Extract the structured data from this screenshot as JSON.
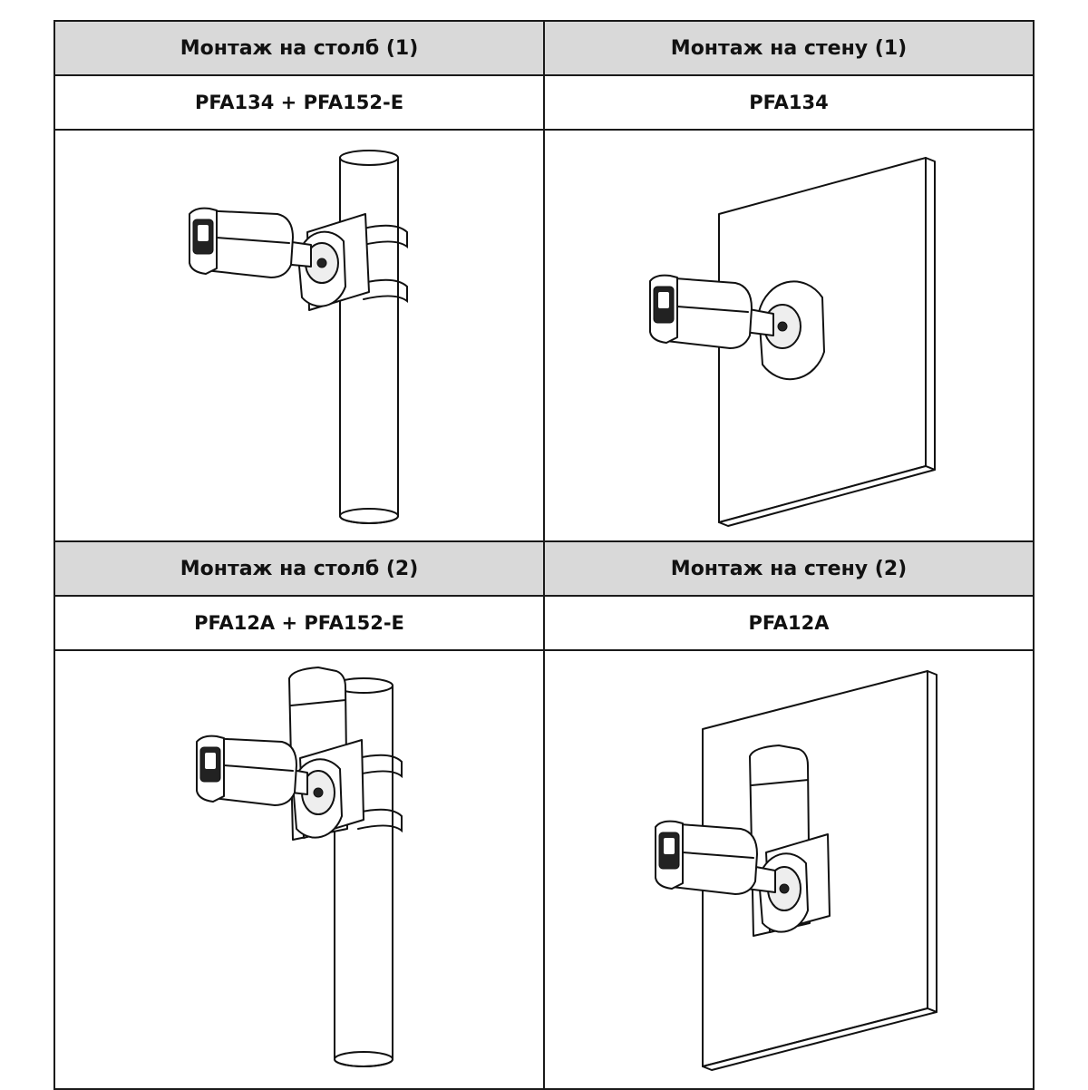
{
  "cells": [
    {
      "header": "Монтаж на столб (1)",
      "model": "PFA134 + PFA152-E"
    },
    {
      "header": "Монтаж на стену (1)",
      "model": "PFA134"
    },
    {
      "header": "Монтаж на столб (2)",
      "model": "PFA12A + PFA152-E"
    },
    {
      "header": "Монтаж на стену (2)",
      "model": "PFA12A"
    }
  ]
}
